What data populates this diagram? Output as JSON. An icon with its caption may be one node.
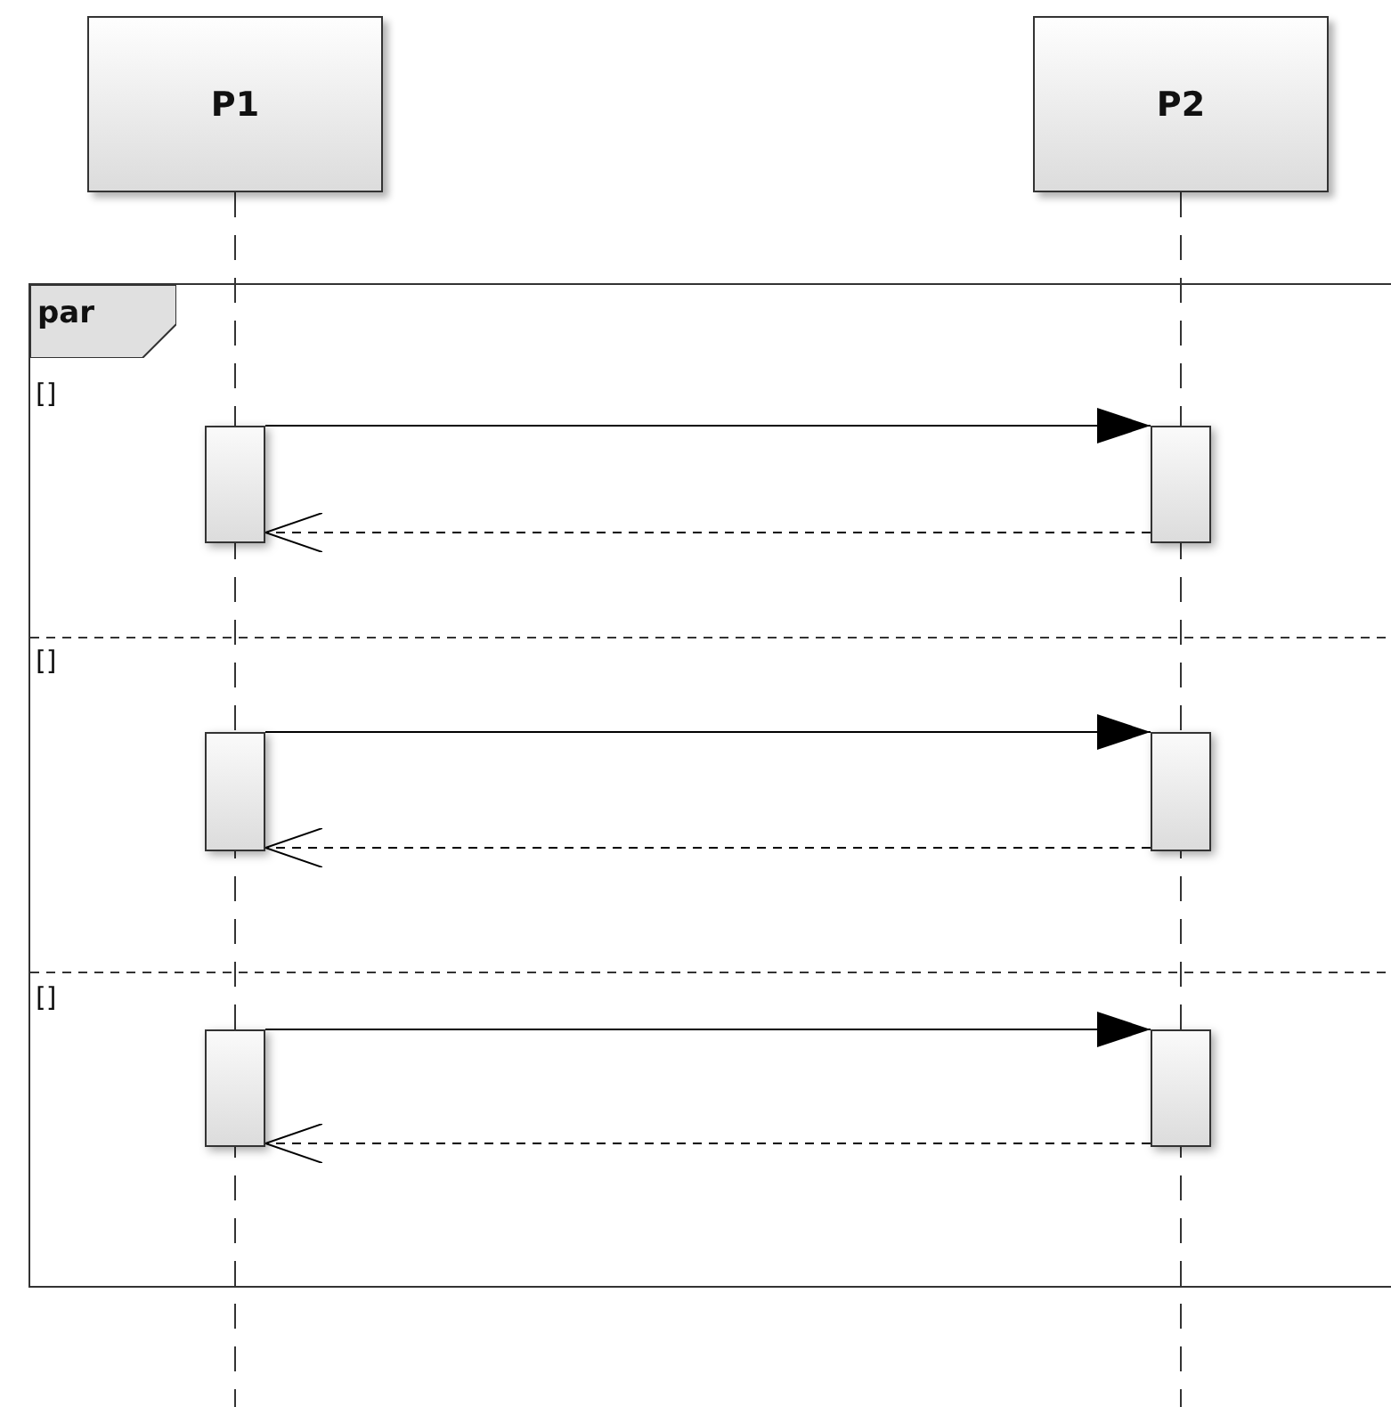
{
  "diagram": {
    "nodes": [
      {
        "text": [
          "P1"
        ]
      },
      {
        "text": [
          "P2"
        ]
      },
      {
        "text": [
          "par"
        ]
      },
      {
        "text": [],
        "shape": "bar",
        "in": 2
      },
      {
        "text": [],
        "shape": "bar",
        "in": 2
      },
      {
        "text": [],
        "shape": "bar",
        "in": 2
      },
      {
        "text": [],
        "shape": "bar",
        "in": 2
      },
      {
        "text": [],
        "shape": "bar",
        "in": 2
      },
      {
        "text": [],
        "shape": "bar",
        "in": 2
      }
    ],
    "edges": [
      {
        "from": 3,
        "to": 4,
        "arrow": "to"
      },
      {
        "from": 4,
        "to": 3,
        "arrow": "to",
        "style": "dashed"
      },
      {
        "from": 5,
        "to": 6,
        "arrow": "to"
      },
      {
        "from": 6,
        "to": 5,
        "arrow": "to",
        "style": "dashed"
      },
      {
        "from": 7,
        "to": 8,
        "arrow": "to"
      },
      {
        "from": 8,
        "to": 7,
        "arrow": "to",
        "style": "dashed"
      }
    ],
    "labels": [
      "[]",
      "[]",
      "[]"
    ]
  }
}
